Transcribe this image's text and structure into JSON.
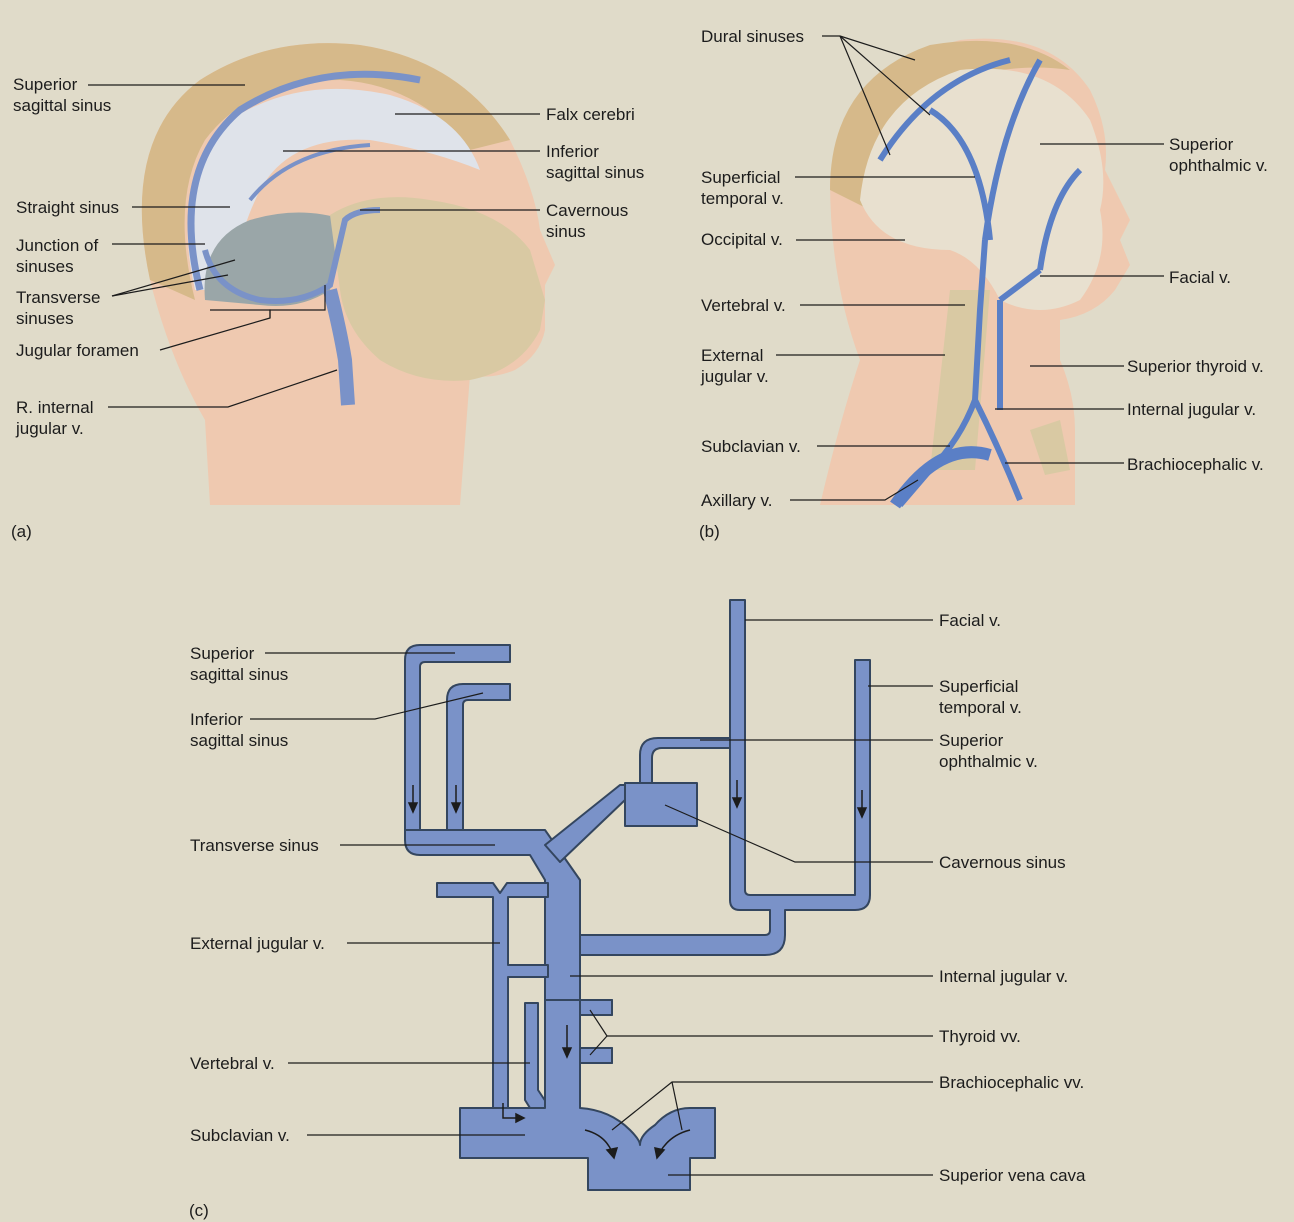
{
  "panel_a": {
    "letter": "(a)",
    "labels": {
      "superior_sagittal_sinus": "Superior\nsagittal sinus",
      "straight_sinus": "Straight sinus",
      "junction_of_sinuses": "Junction of\nsinuses",
      "transverse_sinuses": "Transverse\nsinuses",
      "jugular_foramen": "Jugular foramen",
      "r_internal_jugular": "R. internal\njugular v.",
      "falx_cerebri": "Falx cerebri",
      "inferior_sagittal_sinus": "Inferior\nsagittal sinus",
      "cavernous_sinus": "Cavernous\nsinus"
    }
  },
  "panel_b": {
    "letter": "(b)",
    "labels": {
      "dural_sinuses": "Dural sinuses",
      "superficial_temporal": "Superficial\ntemporal v.",
      "occipital": "Occipital v.",
      "vertebral": "Vertebral v.",
      "external_jugular": "External\njugular v.",
      "subclavian": "Subclavian v.",
      "axillary": "Axillary v.",
      "superior_ophthalmic": "Superior\nophthalmic v.",
      "facial": "Facial v.",
      "superior_thyroid": "Superior thyroid v.",
      "internal_jugular": "Internal jugular v.",
      "brachiocephalic": "Brachiocephalic v."
    }
  },
  "panel_c": {
    "letter": "(c)",
    "labels": {
      "superior_sagittal_sinus": "Superior\nsagittal sinus",
      "inferior_sagittal_sinus": "Inferior\nsagittal sinus",
      "transverse_sinus": "Transverse sinus",
      "external_jugular": "External jugular v.",
      "vertebral": "Vertebral v.",
      "subclavian": "Subclavian v.",
      "facial": "Facial v.",
      "superficial_temporal": "Superficial\ntemporal v.",
      "superior_ophthalmic": "Superior\nophthalmic v.",
      "cavernous_sinus": "Cavernous sinus",
      "internal_jugular": "Internal jugular v.",
      "thyroid": "Thyroid vv.",
      "brachiocephalic": "Brachiocephalic vv.",
      "superior_vena_cava": "Superior vena cava"
    }
  },
  "colors": {
    "background": "#e0dbc9",
    "vein": "#7a92c8",
    "vein_outline": "#34465f",
    "skin": "#efc9b0",
    "hair": "#d6b98a",
    "bone": "#d9c9a3"
  }
}
